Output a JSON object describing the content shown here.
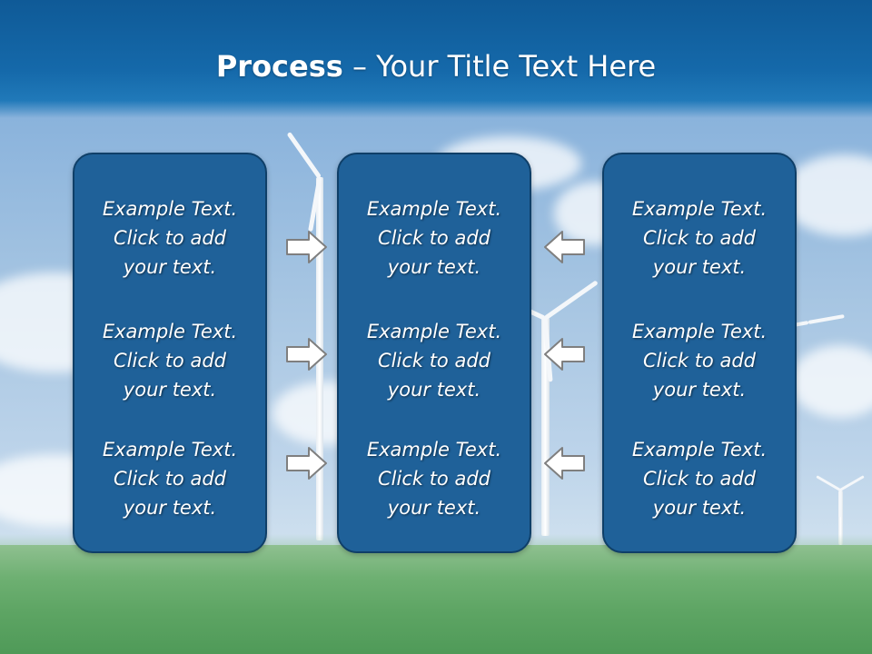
{
  "header": {
    "title_strong": "Process",
    "title_rest": " – Your Title Text Here"
  },
  "panels": [
    {
      "items": [
        {
          "line1": "Example Text.",
          "line2": "Click  to add",
          "line3": "your text."
        },
        {
          "line1": "Example Text.",
          "line2": "Click  to add",
          "line3": "your text."
        },
        {
          "line1": "Example Text.",
          "line2": "Click  to add",
          "line3": "your text."
        }
      ]
    },
    {
      "items": [
        {
          "line1": "Example Text.",
          "line2": "Click  to add",
          "line3": "your text."
        },
        {
          "line1": "Example Text.",
          "line2": "Click  to add",
          "line3": "your text."
        },
        {
          "line1": "Example Text.",
          "line2": "Click  to add",
          "line3": "your text."
        }
      ]
    },
    {
      "items": [
        {
          "line1": "Example Text.",
          "line2": "Click  to add",
          "line3": "your text."
        },
        {
          "line1": "Example Text.",
          "line2": "Click  to add",
          "line3": "your text."
        },
        {
          "line1": "Example Text.",
          "line2": "Click  to add",
          "line3": "your text."
        }
      ]
    }
  ],
  "arrows": {
    "left_group": "arrow-right-icon",
    "right_group": "arrow-left-icon"
  },
  "colors": {
    "header": "#1569aa",
    "panel_fill": "#1f6199",
    "panel_border": "#0f3f68",
    "text": "#ffffff",
    "arrow_fill": "#ffffff",
    "arrow_stroke": "#7f7f7f"
  }
}
